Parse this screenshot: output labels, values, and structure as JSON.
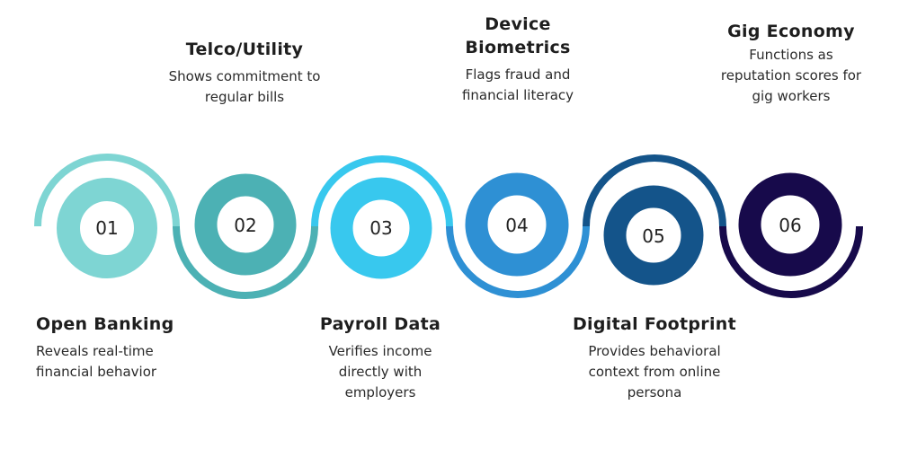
{
  "steps": [
    {
      "number": "01",
      "title": "Open Banking",
      "desc_lines": [
        "Reveals real-time",
        "financial behavior"
      ],
      "color": "#7ed5d3"
    },
    {
      "number": "02",
      "title": "Telco/Utility",
      "desc_lines": [
        "Shows commitment to",
        "regular bills"
      ],
      "color": "#4cb1b4"
    },
    {
      "number": "03",
      "title": "Payroll Data",
      "desc_lines": [
        "Verifies income",
        "directly with",
        "employers"
      ],
      "color": "#38c8ee"
    },
    {
      "number": "04",
      "title_lines": [
        "Device",
        "Biometrics"
      ],
      "title": "Device Biometrics",
      "desc_lines": [
        "Flags fraud and",
        "financial literacy"
      ],
      "color": "#2e90d4"
    },
    {
      "number": "05",
      "title": "Digital Footprint",
      "desc_lines": [
        "Provides behavioral",
        "context from online",
        "persona"
      ],
      "color": "#14548a"
    },
    {
      "number": "06",
      "title": "Gig Economy",
      "desc_lines": [
        "Functions as",
        "reputation scores for",
        "gig workers"
      ],
      "color": "#170a4b"
    }
  ]
}
